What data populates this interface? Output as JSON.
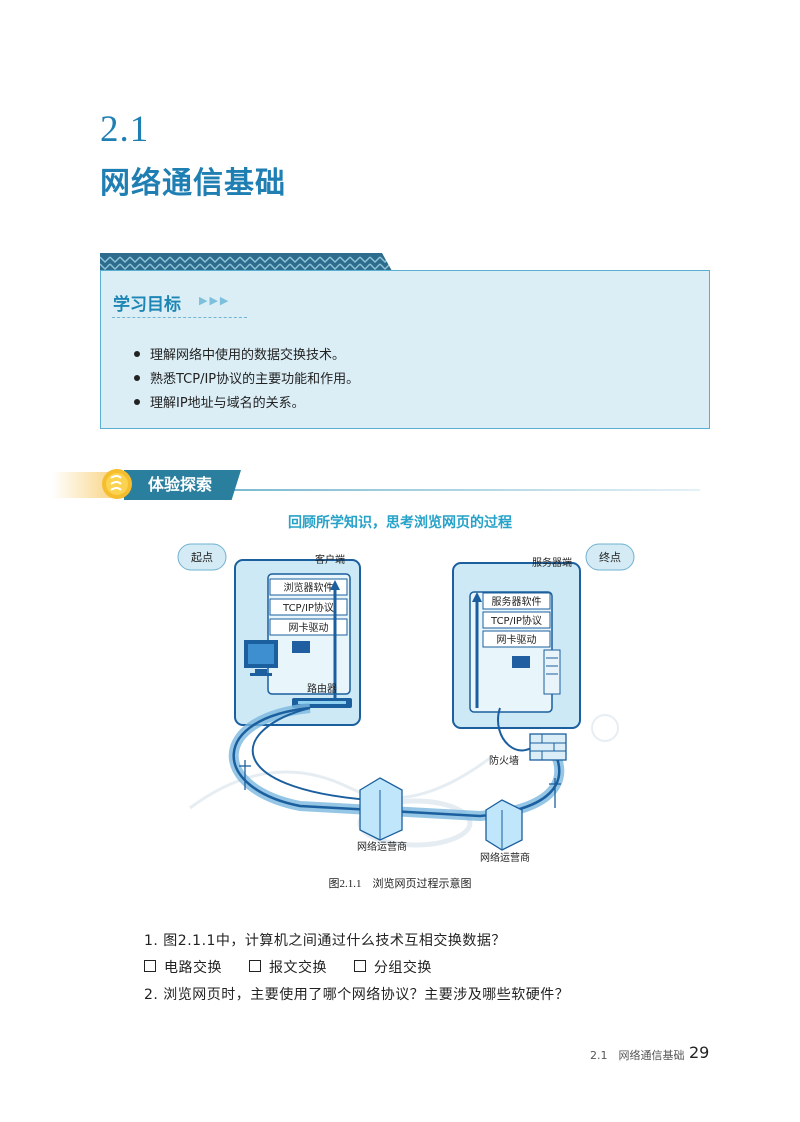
{
  "section": {
    "number": "2.1",
    "title": "网络通信基础"
  },
  "goals": {
    "title": "学习目标",
    "arrows": "▶▶▶",
    "items": [
      "理解网络中使用的数据交换技术。",
      "熟悉TCP/IP协议的主要功能和作用。",
      "理解IP地址与域名的关系。"
    ]
  },
  "explore": {
    "label": "体验探索"
  },
  "figure": {
    "heading": "回顾所学知识，思考浏览网页的过程",
    "start_label": "起点",
    "end_label": "终点",
    "client_title": "客户端",
    "server_title": "服务器端",
    "client_layers": [
      "浏览器软件",
      "TCP/IP协议",
      "网卡驱动"
    ],
    "server_layers": [
      "服务器软件",
      "TCP/IP协议",
      "网卡驱动"
    ],
    "router_label": "路由器",
    "firewall_label": "防火墙",
    "isp_label_1": "网络运营商",
    "isp_label_2": "网络运营商",
    "caption": "图2.1.1　浏览网页过程示意图"
  },
  "questions": {
    "q1": "1. 图2.1.1中，计算机之间通过什么技术互相交换数据？",
    "options": [
      "电路交换",
      "报文交换",
      "分组交换"
    ],
    "q2": "2. 浏览网页时，主要使用了哪个网络协议？主要涉及哪些软硬件？"
  },
  "footer": {
    "section_ref": "2.1　网络通信基础",
    "page_number": "29"
  },
  "colors": {
    "accent": "#1f7fb3",
    "light_panel": "#dbeef6",
    "badge": "#2b7f9e",
    "path": "#1b5f9e"
  }
}
